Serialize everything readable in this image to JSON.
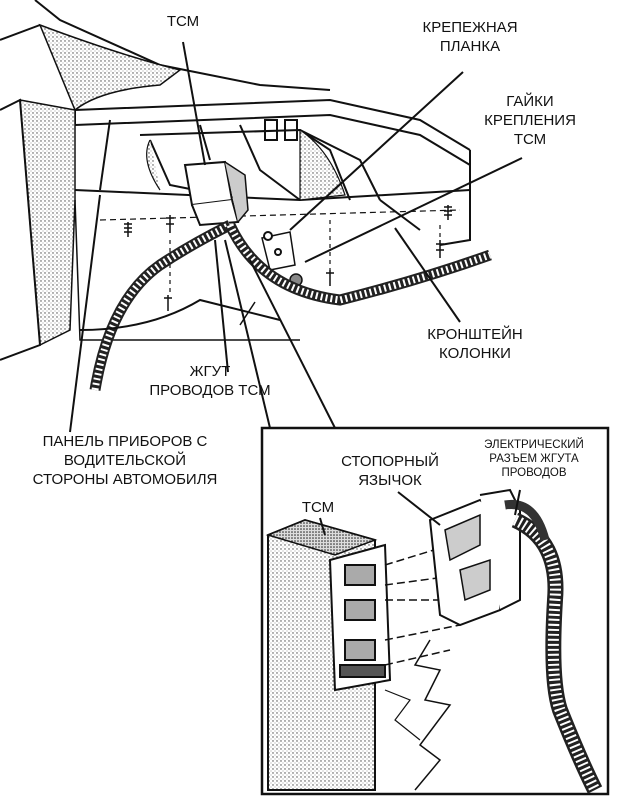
{
  "labels": {
    "tcm_top": "ТСМ",
    "mounting_bar": [
      "КРЕПЕЖНАЯ",
      "ПЛАНКА"
    ],
    "tcm_nuts": [
      "ГАЙКИ",
      "КРЕПЛЕНИЯ",
      "ТСМ"
    ],
    "column_bracket": [
      "КРОНШТЕЙН",
      "КОЛОНКИ"
    ],
    "tcm_harness": [
      "ЖГУТ",
      "ПРОВОДОВ ТСМ"
    ],
    "instrument_panel": [
      "ПАНЕЛЬ ПРИБОРОВ С",
      "ВОДИТЕЛЬСКОЙ",
      "СТОРОНЫ АВТОМОБИЛЯ"
    ],
    "detail_tcm": "ТСМ",
    "lock_tab": [
      "СТОПОРНЫЙ",
      "ЯЗЫЧОК"
    ],
    "connector": [
      "ЭЛЕКТРИЧЕСКИЙ",
      "РАЗЪЕМ ЖГУТА",
      "ПРОВОДОВ"
    ]
  }
}
